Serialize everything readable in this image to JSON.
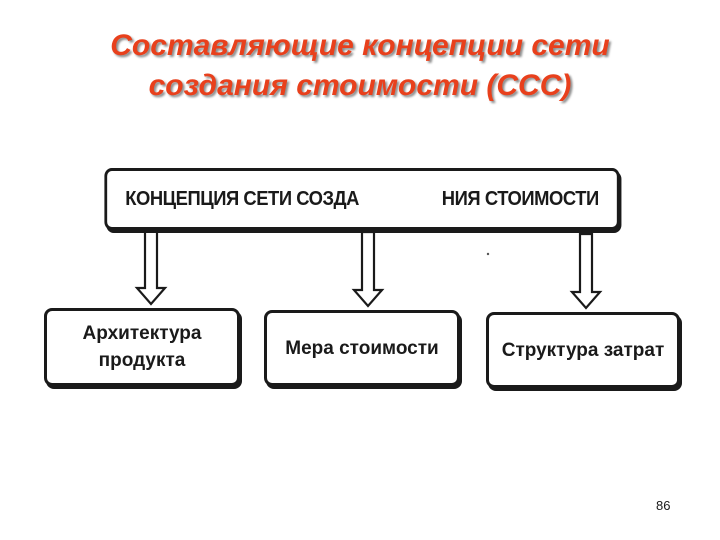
{
  "title": {
    "line1": "Составляющие концепции сети",
    "line2": "создания стоимости (ССС)"
  },
  "diagram": {
    "root": {
      "label_part1": "КОНЦЕПЦИЯ СЕТИ СОЗДА",
      "label_part2": "НИЯ СТОИМОСТИ"
    },
    "children": [
      {
        "line1": "Архитектура",
        "line2": "продукта"
      },
      {
        "line1": "Мера стоимости"
      },
      {
        "line1": "Структура затрат"
      }
    ],
    "colors": {
      "title": "#e8401c",
      "stroke": "#1a1a1a"
    }
  },
  "footer": {
    "page_number": "86"
  }
}
